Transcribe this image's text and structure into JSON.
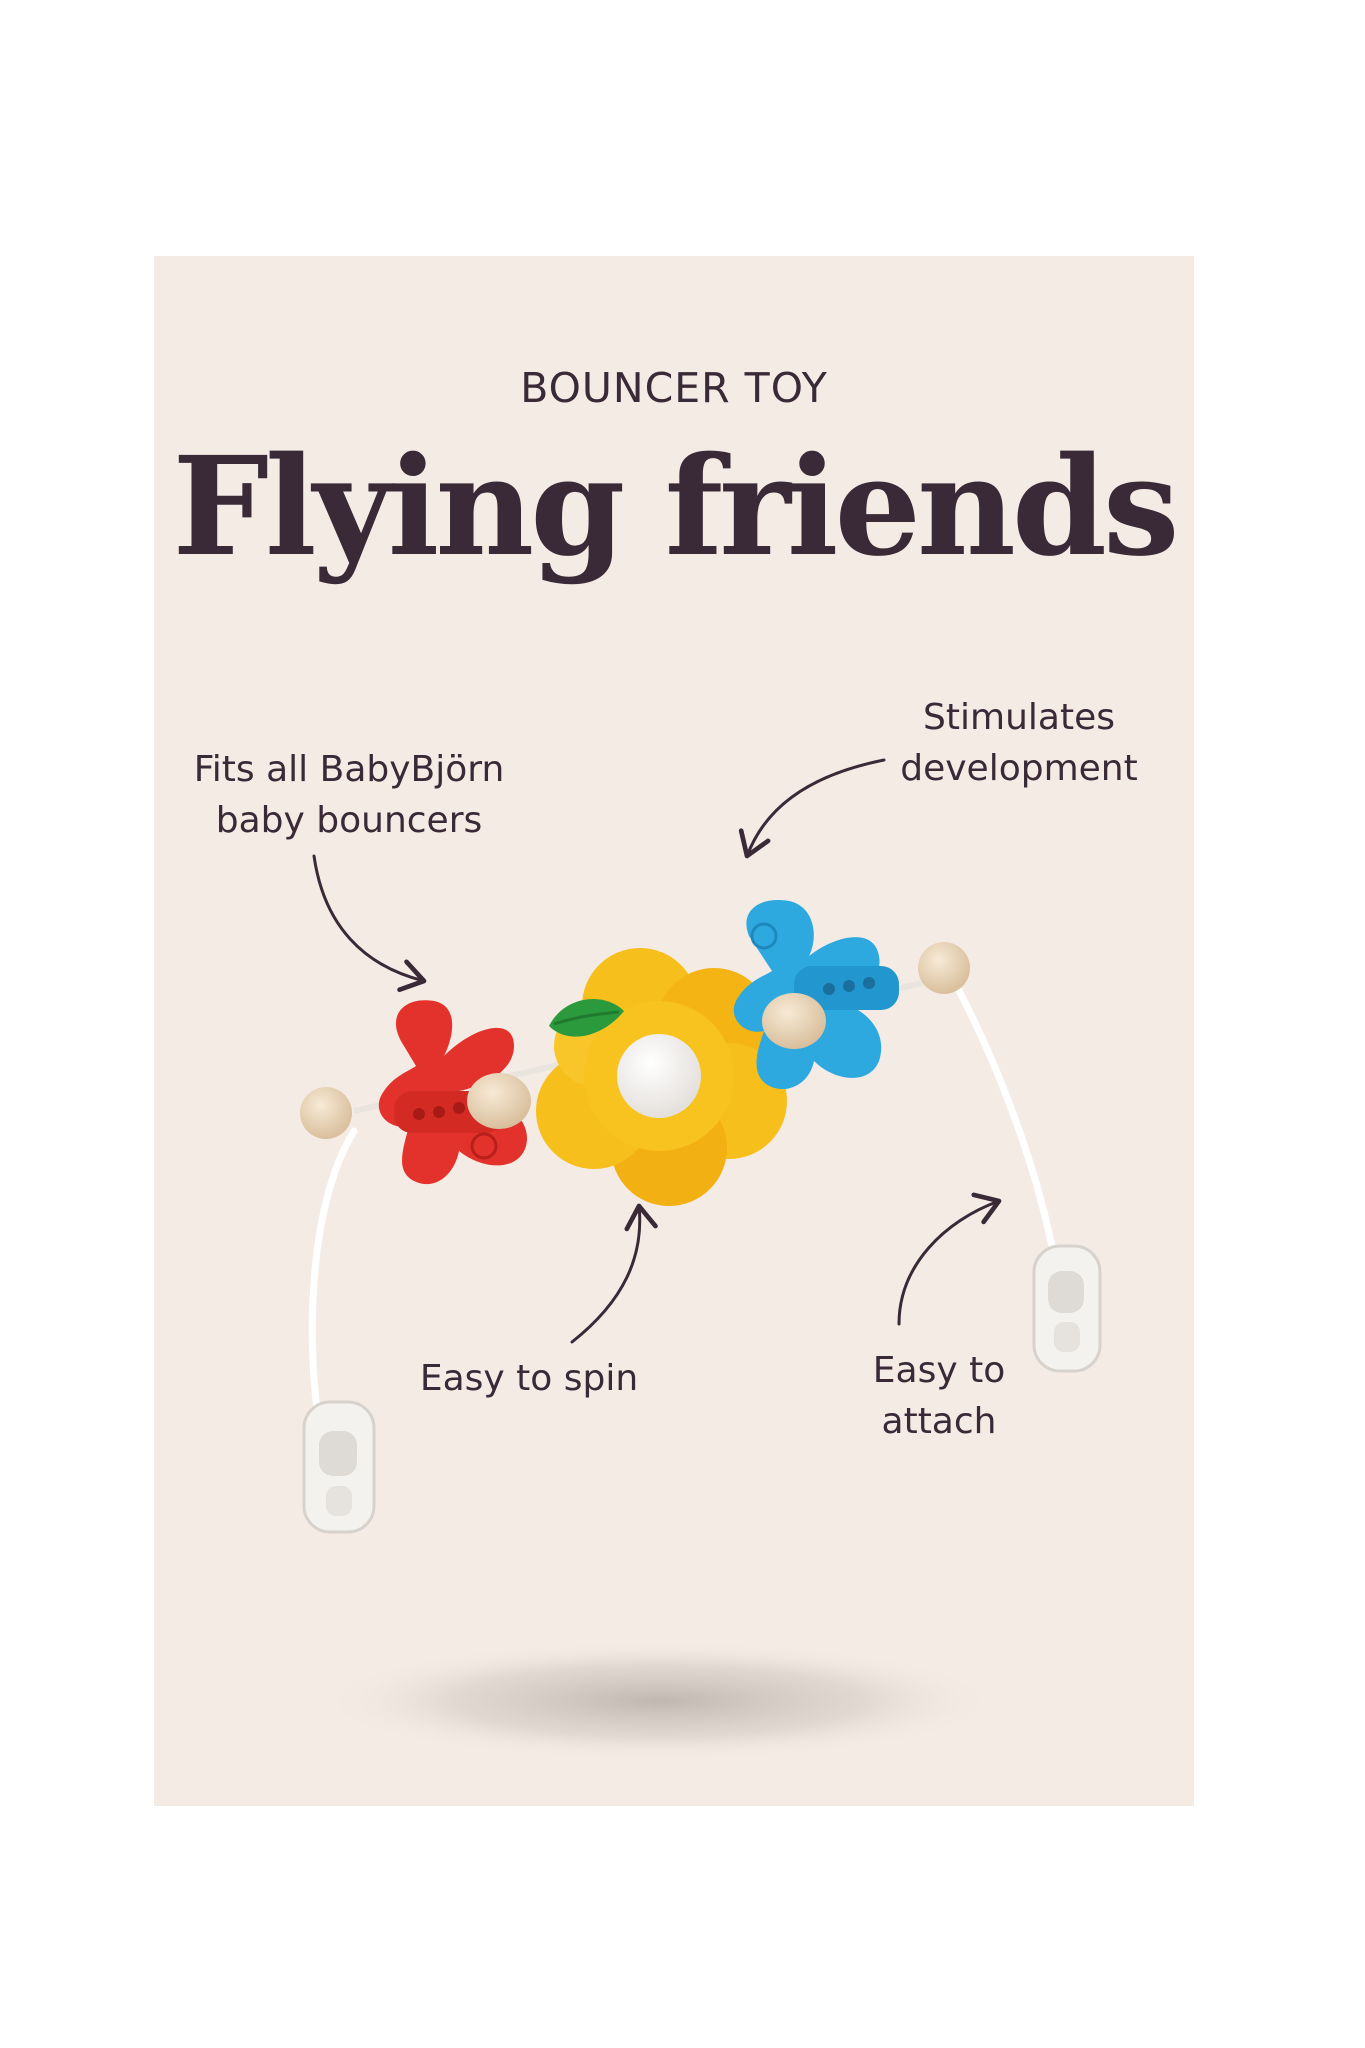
{
  "header": {
    "eyebrow": "BOUNCER TOY",
    "title": "Flying friends"
  },
  "callouts": [
    {
      "lines": [
        "Fits all BabyBjörn",
        "baby bouncers"
      ]
    },
    {
      "lines": [
        "Stimulates",
        "development"
      ]
    },
    {
      "lines": [
        "Easy to spin"
      ]
    },
    {
      "lines": [
        "Easy to",
        "attach"
      ]
    }
  ],
  "colors": {
    "card_background": "#f5ebe5",
    "text": "#3a2a38",
    "red_butterfly": "#e3322b",
    "yellow_flower": "#f7bf1c",
    "blue_butterfly": "#2ea9e0",
    "leaf_green": "#2a9a3c",
    "wood_bead": "#ecd8bd"
  }
}
